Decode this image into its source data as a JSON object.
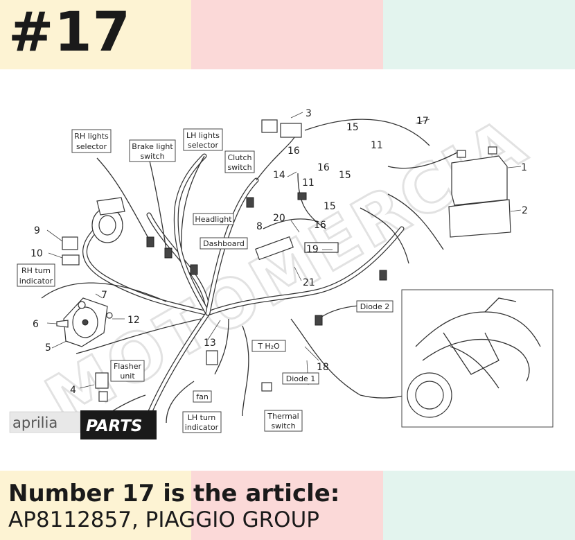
{
  "header": {
    "badge": "#17"
  },
  "colors": {
    "yellow": "#fdf3d3",
    "pink": "#fbd9d8",
    "mint": "#e3f4ee"
  },
  "diagram": {
    "labels": {
      "rh_lights_selector": [
        "RH lights",
        "selector"
      ],
      "brake_light_switch": [
        "Brake light",
        "switch"
      ],
      "lh_lights_selector": [
        "LH lights",
        "selector"
      ],
      "clutch_switch": [
        "Clutch",
        "switch"
      ],
      "headlight": "Headlight",
      "dashboard": "Dashboard",
      "rh_turn_indicator": [
        "RH turn",
        "indicator"
      ],
      "flasher_unit": [
        "Flasher",
        "unit"
      ],
      "fan": "fan",
      "lh_turn_indicator": [
        "LH turn",
        "indicator"
      ],
      "thermal_switch": [
        "Thermal",
        "switch"
      ],
      "diode_1": "Diode 1",
      "diode_2": "Diode 2",
      "t_h2o": "T  H₂O"
    },
    "callouts": [
      "1",
      "2",
      "3",
      "4",
      "5",
      "6",
      "7",
      "8",
      "9",
      "10",
      "11",
      "11",
      "12",
      "13",
      "14",
      "15",
      "15",
      "15",
      "16",
      "16",
      "16",
      "17",
      "18",
      "19",
      "20",
      "21"
    ]
  },
  "watermark": "MOTOMERCIA",
  "logo": {
    "brand": "aprilia",
    "parts": "PARTS"
  },
  "caption": {
    "line1": "Number 17 is the article:",
    "line2": "AP8112857, PIAGGIO GROUP"
  }
}
